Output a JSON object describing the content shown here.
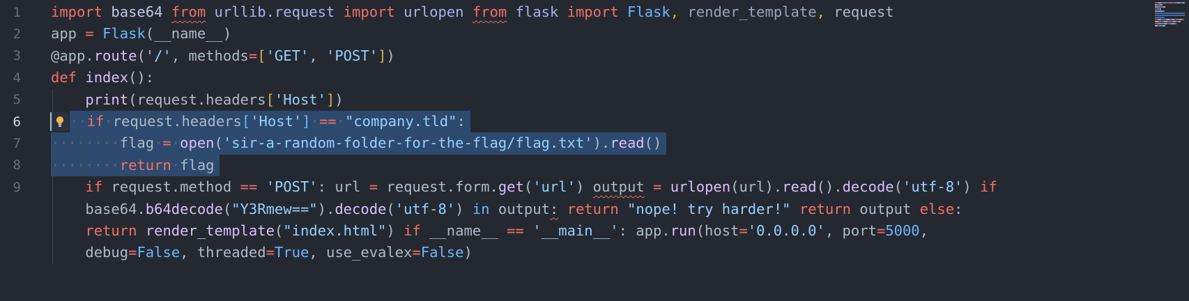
{
  "colors": {
    "kw": "#f47067",
    "fn": "#dcbdfb",
    "str": "#96d0ff",
    "cls": "#6cb6ff",
    "num": "#6cb6ff",
    "plain": "#adbac7",
    "mod": "#a9b2ee",
    "mod2": "#c2c7ee",
    "dim": "#99a3bd",
    "gold": "#d7ae57",
    "bb": "#6cb6ff",
    "ws": "#5a6574",
    "background": "#242931",
    "selection": "#2d4a6e",
    "squiggle": "#ea6a62",
    "lightbulb": "#e8bb4f",
    "mr": "#a85252",
    "mb": "#5d82b8",
    "mw": "#98a3b3",
    "mp": "#9a7fd1",
    "mg": "#d0a85c",
    "ms": "#3f6ba6"
  },
  "editor": {
    "lines": [
      {
        "num": "1",
        "tokens": [
          {
            "t": "import",
            "c": "kw"
          },
          {
            "t": " ",
            "c": "plain"
          },
          {
            "t": "base64",
            "c": "mod2"
          },
          {
            "t": " ",
            "c": "plain"
          },
          {
            "t": "from",
            "c": "kw",
            "u": true
          },
          {
            "t": " ",
            "c": "plain"
          },
          {
            "t": "urllib.request",
            "c": "mod"
          },
          {
            "t": " ",
            "c": "plain"
          },
          {
            "t": "import",
            "c": "kw"
          },
          {
            "t": " ",
            "c": "plain"
          },
          {
            "t": "urlopen",
            "c": "mod"
          },
          {
            "t": " ",
            "c": "plain"
          },
          {
            "t": "from",
            "c": "kw",
            "u": true
          },
          {
            "t": " ",
            "c": "plain"
          },
          {
            "t": "flask",
            "c": "mod"
          },
          {
            "t": " ",
            "c": "plain"
          },
          {
            "t": "import",
            "c": "kw"
          },
          {
            "t": " ",
            "c": "plain"
          },
          {
            "t": "Flask",
            "c": "cls"
          },
          {
            "t": ",",
            "c": "gold"
          },
          {
            "t": " ",
            "c": "plain"
          },
          {
            "t": "render_template",
            "c": "dim"
          },
          {
            "t": ",",
            "c": "gold"
          },
          {
            "t": " request",
            "c": "plain"
          }
        ]
      },
      {
        "num": "2",
        "tokens": [
          {
            "t": "app ",
            "c": "plain"
          },
          {
            "t": "=",
            "c": "kw"
          },
          {
            "t": " ",
            "c": "plain"
          },
          {
            "t": "Flask",
            "c": "cls"
          },
          {
            "t": "(__name__)",
            "c": "plain"
          }
        ]
      },
      {
        "num": "3",
        "tokens": [
          {
            "t": "@app.",
            "c": "plain"
          },
          {
            "t": "route",
            "c": "fn"
          },
          {
            "t": "(",
            "c": "plain"
          },
          {
            "t": "'/'",
            "c": "str"
          },
          {
            "t": ", methods",
            "c": "plain"
          },
          {
            "t": "=",
            "c": "kw"
          },
          {
            "t": "[",
            "c": "gold"
          },
          {
            "t": "'GET'",
            "c": "str"
          },
          {
            "t": ", ",
            "c": "plain"
          },
          {
            "t": "'POST'",
            "c": "str"
          },
          {
            "t": "]",
            "c": "gold"
          },
          {
            "t": ")",
            "c": "plain"
          }
        ]
      },
      {
        "num": "4",
        "tokens": [
          {
            "t": "def",
            "c": "kw"
          },
          {
            "t": " ",
            "c": "plain"
          },
          {
            "t": "index",
            "c": "fn"
          },
          {
            "t": "():",
            "c": "plain"
          }
        ]
      },
      {
        "num": "5",
        "tokens": [
          {
            "t": "    ",
            "c": "plain"
          },
          {
            "t": "print",
            "c": "fn"
          },
          {
            "t": "(",
            "c": "plain"
          },
          {
            "t": "request.headers",
            "c": "plain"
          },
          {
            "t": "[",
            "c": "gold"
          },
          {
            "t": "'Host'",
            "c": "str"
          },
          {
            "t": "]",
            "c": "gold"
          },
          {
            "t": ")",
            "c": "plain"
          }
        ]
      },
      {
        "num": "6",
        "active": true,
        "selected": true,
        "bulb": true,
        "cursor": true,
        "tokens": [
          {
            "t": "··",
            "c": "ws"
          },
          {
            "t": "if",
            "c": "kw"
          },
          {
            "t": "·",
            "c": "ws"
          },
          {
            "t": "request.headers",
            "c": "plain"
          },
          {
            "t": "[",
            "c": "bb"
          },
          {
            "t": "'Host'",
            "c": "str"
          },
          {
            "t": "]",
            "c": "bb"
          },
          {
            "t": "·",
            "c": "ws"
          },
          {
            "t": "==",
            "c": "kw"
          },
          {
            "t": "·",
            "c": "ws"
          },
          {
            "t": "\"company.tld\"",
            "c": "str"
          },
          {
            "t": ":",
            "c": "plain"
          }
        ]
      },
      {
        "num": "7",
        "selected": true,
        "tokens": [
          {
            "t": "········",
            "c": "ws"
          },
          {
            "t": "flag",
            "c": "plain"
          },
          {
            "t": "·",
            "c": "ws"
          },
          {
            "t": "=",
            "c": "kw"
          },
          {
            "t": "·",
            "c": "ws"
          },
          {
            "t": "open",
            "c": "fn"
          },
          {
            "t": "(",
            "c": "plain"
          },
          {
            "t": "'sir-a-random-folder-for-the-flag/flag.txt'",
            "c": "str"
          },
          {
            "t": ").",
            "c": "plain"
          },
          {
            "t": "read",
            "c": "fn"
          },
          {
            "t": "()",
            "c": "plain"
          }
        ]
      },
      {
        "num": "8",
        "selected": true,
        "tokens": [
          {
            "t": "········",
            "c": "ws"
          },
          {
            "t": "return",
            "c": "kw"
          },
          {
            "t": "·",
            "c": "ws"
          },
          {
            "t": "flag",
            "c": "plain"
          }
        ]
      },
      {
        "num": "9",
        "tokens": [
          {
            "t": "    ",
            "c": "plain"
          },
          {
            "t": "if",
            "c": "kw"
          },
          {
            "t": " request.method ",
            "c": "plain"
          },
          {
            "t": "==",
            "c": "kw"
          },
          {
            "t": " ",
            "c": "plain"
          },
          {
            "t": "'POST'",
            "c": "str"
          },
          {
            "t": ": url ",
            "c": "plain"
          },
          {
            "t": "=",
            "c": "kw"
          },
          {
            "t": " request.form.",
            "c": "plain"
          },
          {
            "t": "get",
            "c": "fn"
          },
          {
            "t": "(",
            "c": "plain"
          },
          {
            "t": "'url'",
            "c": "str"
          },
          {
            "t": ") ",
            "c": "plain"
          },
          {
            "t": "output",
            "c": "plain",
            "u": true
          },
          {
            "t": " ",
            "c": "plain"
          },
          {
            "t": "=",
            "c": "kw"
          },
          {
            "t": " ",
            "c": "plain"
          },
          {
            "t": "urlopen",
            "c": "fn"
          },
          {
            "t": "(url).",
            "c": "plain"
          },
          {
            "t": "read",
            "c": "fn"
          },
          {
            "t": "().",
            "c": "plain"
          },
          {
            "t": "decode",
            "c": "fn"
          },
          {
            "t": "(",
            "c": "plain"
          },
          {
            "t": "'utf-8'",
            "c": "str"
          },
          {
            "t": ") ",
            "c": "plain"
          },
          {
            "t": "if",
            "c": "kw"
          }
        ]
      },
      {
        "num": "",
        "tokens": [
          {
            "t": "    ",
            "c": "plain"
          },
          {
            "t": "base64.",
            "c": "plain"
          },
          {
            "t": "b64decode",
            "c": "fn"
          },
          {
            "t": "(",
            "c": "plain"
          },
          {
            "t": "\"Y3Rmew==\"",
            "c": "str"
          },
          {
            "t": ").",
            "c": "plain"
          },
          {
            "t": "decode",
            "c": "fn"
          },
          {
            "t": "(",
            "c": "plain"
          },
          {
            "t": "'utf-8'",
            "c": "str"
          },
          {
            "t": ") ",
            "c": "plain"
          },
          {
            "t": "in",
            "c": "cls"
          },
          {
            "t": " output",
            "c": "plain"
          },
          {
            "t": ":",
            "c": "plain",
            "u": true
          },
          {
            "t": " ",
            "c": "plain"
          },
          {
            "t": "return",
            "c": "kw"
          },
          {
            "t": " ",
            "c": "plain"
          },
          {
            "t": "\"nope! try harder!\"",
            "c": "str"
          },
          {
            "t": " ",
            "c": "plain"
          },
          {
            "t": "return",
            "c": "kw"
          },
          {
            "t": " output ",
            "c": "plain"
          },
          {
            "t": "else",
            "c": "kw"
          },
          {
            "t": ":",
            "c": "plain"
          }
        ]
      },
      {
        "num": "",
        "tokens": [
          {
            "t": "    ",
            "c": "plain"
          },
          {
            "t": "return",
            "c": "kw"
          },
          {
            "t": " ",
            "c": "plain"
          },
          {
            "t": "render_template",
            "c": "fn"
          },
          {
            "t": "(",
            "c": "plain"
          },
          {
            "t": "\"index.html\"",
            "c": "str"
          },
          {
            "t": ") ",
            "c": "plain"
          },
          {
            "t": "if",
            "c": "kw"
          },
          {
            "t": " __name__ ",
            "c": "plain"
          },
          {
            "t": "==",
            "c": "kw"
          },
          {
            "t": " ",
            "c": "plain"
          },
          {
            "t": "'__main__'",
            "c": "str"
          },
          {
            "t": ": app.",
            "c": "plain"
          },
          {
            "t": "run",
            "c": "fn"
          },
          {
            "t": "(host",
            "c": "plain"
          },
          {
            "t": "=",
            "c": "kw"
          },
          {
            "t": "'0.0.0.0'",
            "c": "str"
          },
          {
            "t": ", port",
            "c": "plain"
          },
          {
            "t": "=",
            "c": "kw"
          },
          {
            "t": "5000",
            "c": "num"
          },
          {
            "t": ",",
            "c": "plain"
          }
        ]
      },
      {
        "num": "",
        "tokens": [
          {
            "t": "    ",
            "c": "plain"
          },
          {
            "t": "debug",
            "c": "plain"
          },
          {
            "t": "=",
            "c": "kw"
          },
          {
            "t": "False",
            "c": "cls"
          },
          {
            "t": ", threaded",
            "c": "plain"
          },
          {
            "t": "=",
            "c": "kw"
          },
          {
            "t": "True",
            "c": "cls"
          },
          {
            "t": ", use_evalex",
            "c": "plain"
          },
          {
            "t": "=",
            "c": "kw"
          },
          {
            "t": "False",
            "c": "cls"
          },
          {
            "t": ")",
            "c": "plain"
          }
        ]
      }
    ]
  },
  "minimap": {
    "rows": [
      [
        {
          "w": 5,
          "c": "mr"
        },
        {
          "w": 4,
          "c": "mw"
        },
        {
          "w": 3,
          "c": "mr"
        },
        {
          "w": 5,
          "c": "mb"
        },
        {
          "w": 4,
          "c": "mr"
        },
        {
          "w": 4,
          "c": "mb"
        },
        {
          "w": 3,
          "c": "mr"
        },
        {
          "w": 4,
          "c": "mb"
        },
        {
          "w": 4,
          "c": "mw"
        },
        {
          "w": 4,
          "c": "mb"
        },
        {
          "w": 3,
          "c": "mw"
        }
      ],
      [
        {
          "w": 3,
          "c": "mw"
        },
        {
          "w": 4,
          "c": "mb"
        },
        {
          "w": 4,
          "c": "mw"
        }
      ],
      [
        {
          "w": 4,
          "c": "mw"
        },
        {
          "w": 3,
          "c": "mp"
        },
        {
          "w": 5,
          "c": "mb"
        },
        {
          "w": 3,
          "c": "mg"
        }
      ],
      [
        {
          "w": 3,
          "c": "mr"
        },
        {
          "w": 4,
          "c": "mb"
        },
        {
          "w": 2,
          "c": "mw"
        }
      ],
      [
        {
          "w": 2,
          "c": "mw"
        },
        {
          "w": 4,
          "c": "mp"
        },
        {
          "w": 5,
          "c": "mw"
        },
        {
          "w": 3,
          "c": "mb"
        }
      ],
      [
        {
          "w": 43,
          "c": "ms"
        }
      ],
      [
        {
          "w": 43,
          "c": "ms"
        }
      ],
      [
        {
          "w": 14,
          "c": "ms"
        }
      ],
      [
        {
          "w": 4,
          "c": "mr"
        },
        {
          "w": 5,
          "c": "mw"
        },
        {
          "w": 3,
          "c": "mr"
        },
        {
          "w": 4,
          "c": "mb"
        },
        {
          "w": 5,
          "c": "mw"
        },
        {
          "w": 3,
          "c": "mb"
        },
        {
          "w": 4,
          "c": "mw"
        },
        {
          "w": 3,
          "c": "mr"
        },
        {
          "w": 4,
          "c": "mb"
        },
        {
          "w": 4,
          "c": "mw"
        },
        {
          "w": 3,
          "c": "mr"
        }
      ],
      [
        {
          "w": 5,
          "c": "mw"
        },
        {
          "w": 4,
          "c": "mb"
        },
        {
          "w": 4,
          "c": "mr"
        },
        {
          "w": 5,
          "c": "mw"
        },
        {
          "w": 3,
          "c": "mb"
        },
        {
          "w": 5,
          "c": "mr"
        },
        {
          "w": 4,
          "c": "mw"
        },
        {
          "w": 4,
          "c": "mr"
        },
        {
          "w": 3,
          "c": "mw"
        }
      ],
      [
        {
          "w": 4,
          "c": "mr"
        },
        {
          "w": 5,
          "c": "mp"
        },
        {
          "w": 4,
          "c": "mb"
        },
        {
          "w": 4,
          "c": "mw"
        },
        {
          "w": 3,
          "c": "mr"
        },
        {
          "w": 4,
          "c": "mb"
        },
        {
          "w": 4,
          "c": "mw"
        },
        {
          "w": 3,
          "c": "mb"
        }
      ],
      [
        {
          "w": 4,
          "c": "mw"
        },
        {
          "w": 3,
          "c": "mr"
        },
        {
          "w": 4,
          "c": "mb"
        },
        {
          "w": 4,
          "c": "mw"
        }
      ]
    ]
  }
}
